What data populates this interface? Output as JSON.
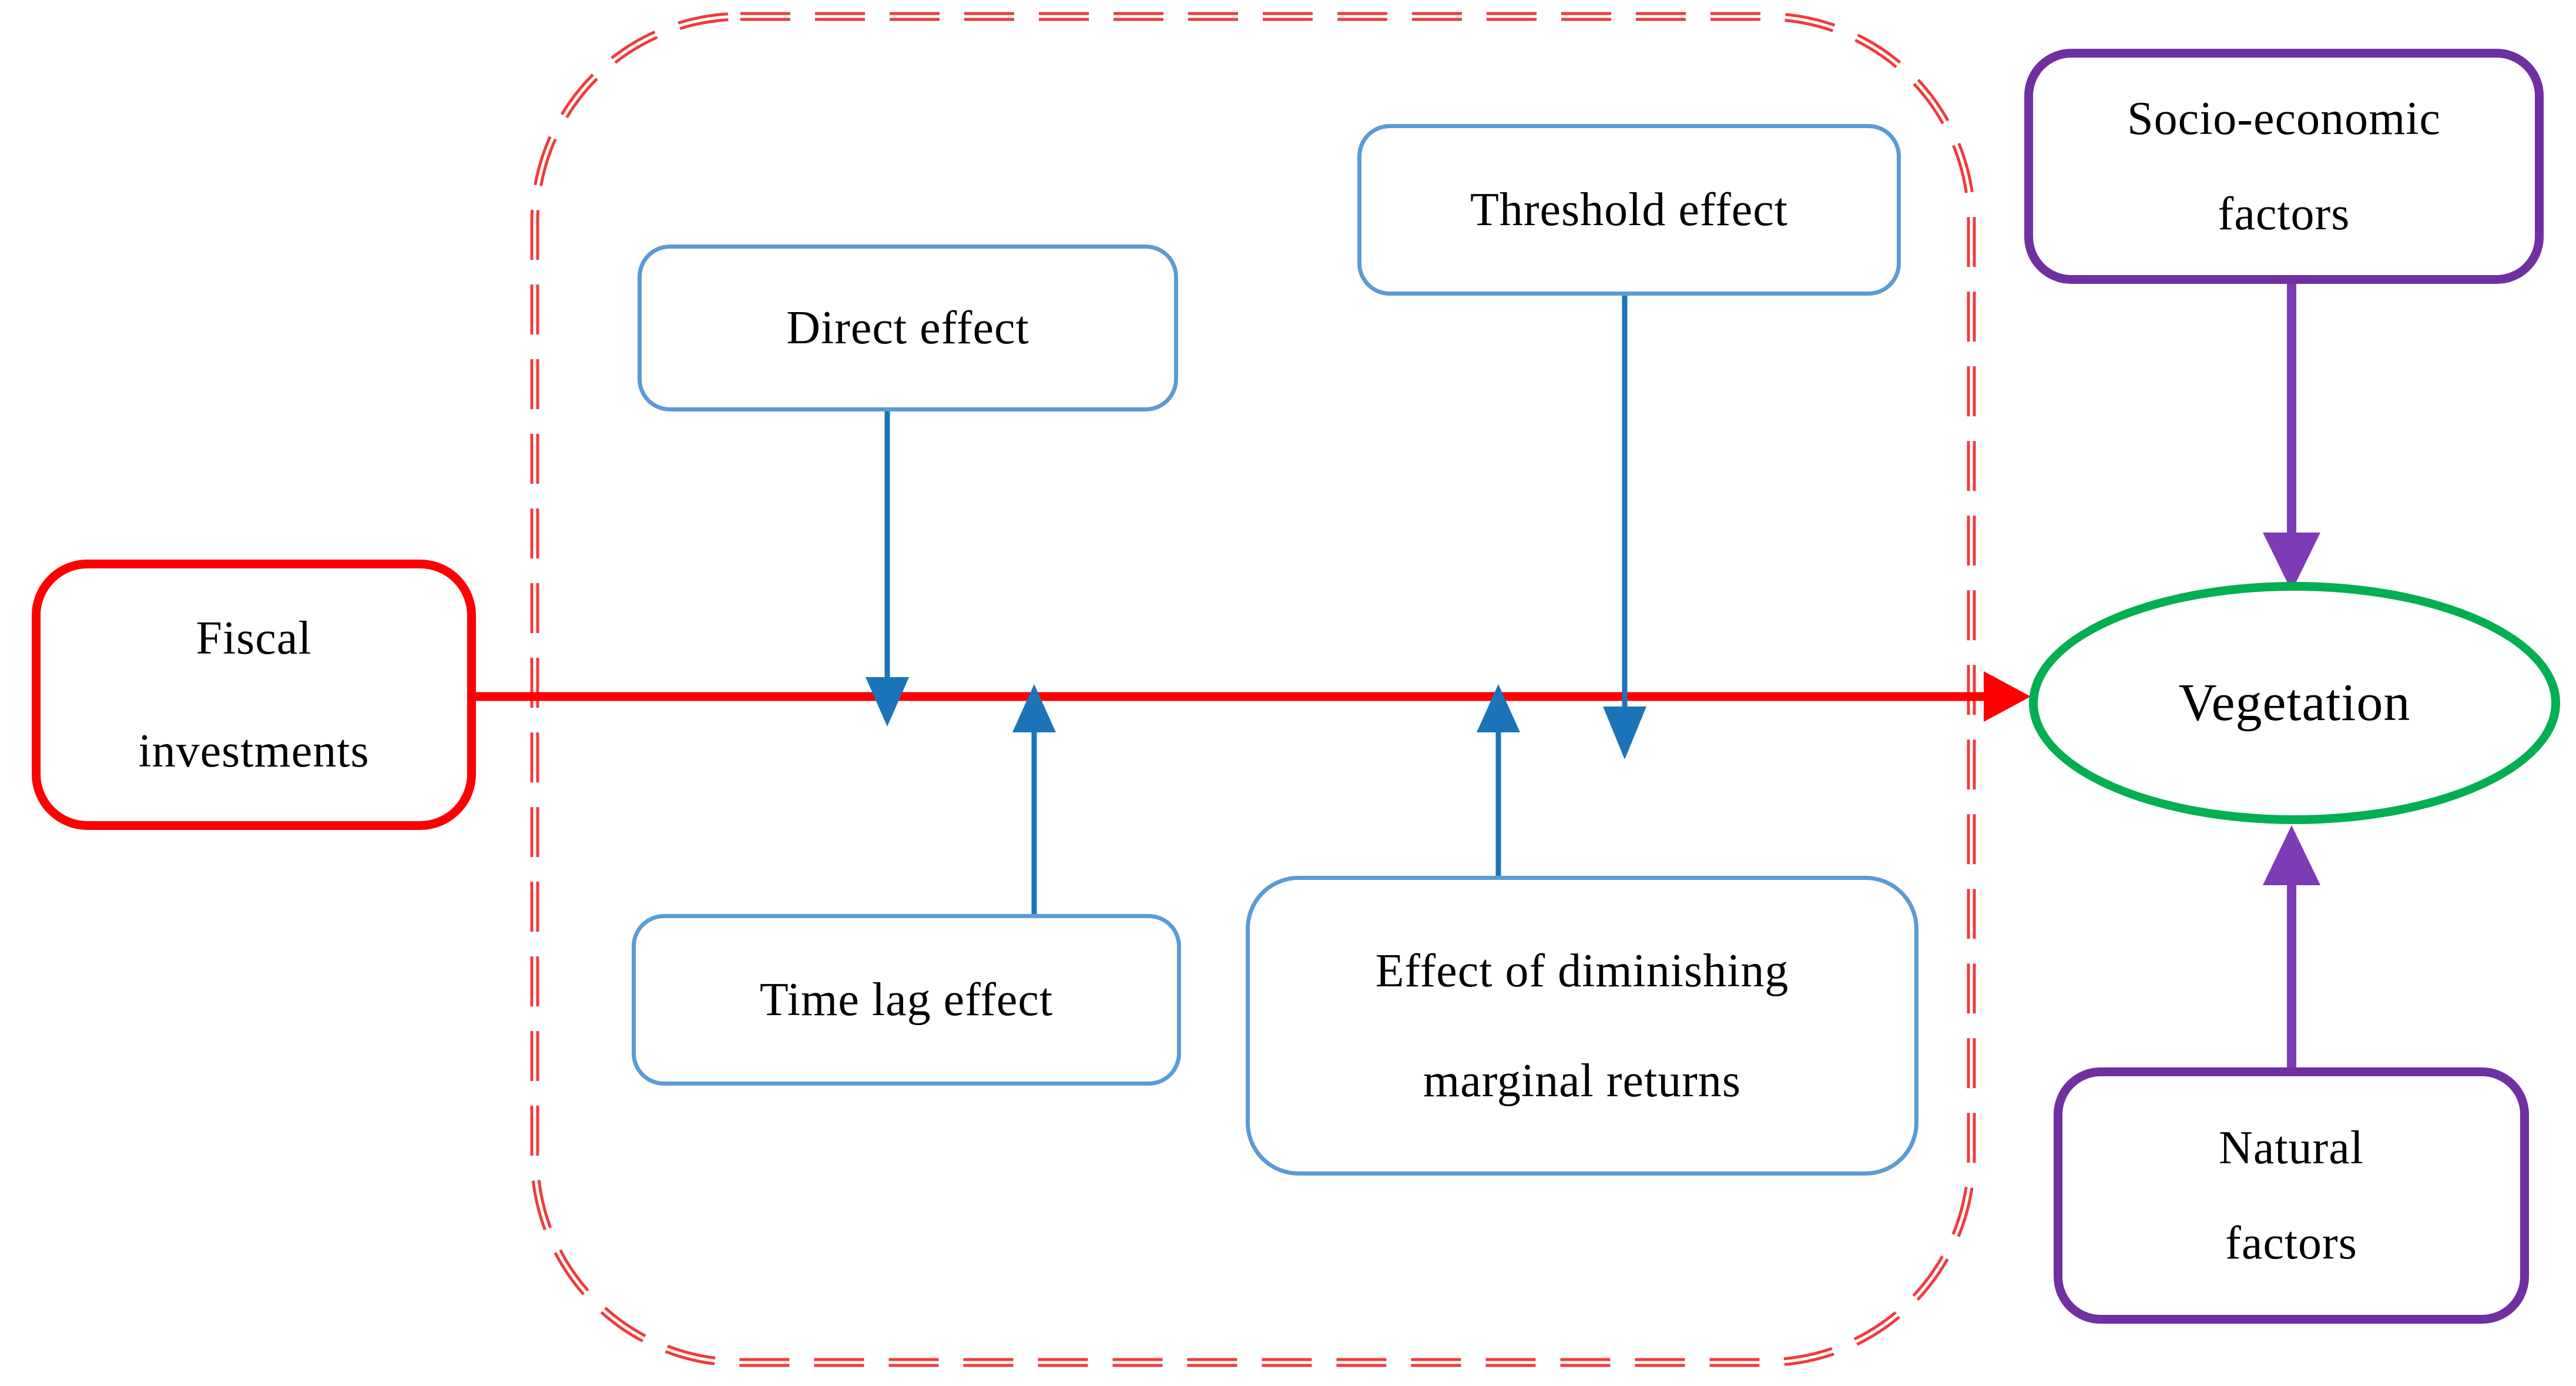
{
  "diagram": {
    "type": "flow-diagram",
    "nodes": {
      "fiscal": {
        "lines": [
          "Fiscal",
          "investments"
        ],
        "shape": "rounded-rect",
        "border_color": "#ff0000"
      },
      "direct": {
        "lines": [
          "Direct effect"
        ],
        "shape": "rounded-rect",
        "border_color": "#5b9bd5"
      },
      "threshold": {
        "lines": [
          "Threshold effect"
        ],
        "shape": "rounded-rect",
        "border_color": "#5b9bd5"
      },
      "timelag": {
        "lines": [
          "Time lag effect"
        ],
        "shape": "rounded-rect",
        "border_color": "#5b9bd5"
      },
      "diminishing": {
        "lines": [
          "Effect of diminishing",
          "marginal returns"
        ],
        "shape": "rounded-rect",
        "border_color": "#5b9bd5"
      },
      "vegetation": {
        "lines": [
          "Vegetation"
        ],
        "shape": "ellipse",
        "border_color": "#00b050"
      },
      "socio": {
        "lines": [
          "Socio-economic",
          "factors"
        ],
        "shape": "rounded-rect",
        "border_color": "#7030a0"
      },
      "natural": {
        "lines": [
          "Natural",
          "factors"
        ],
        "shape": "rounded-rect",
        "border_color": "#7030a0"
      }
    },
    "container": {
      "description": "dashed red rounded rectangle grouping the four effect boxes",
      "border_color": "#f03b3b",
      "style": "dashed-double-line"
    },
    "edges": [
      {
        "from": "fiscal",
        "to": "vegetation",
        "direction": "right",
        "color": "#ff0000",
        "style": "solid-arrow"
      },
      {
        "from": "direct",
        "to": "fiscal-vegetation-line",
        "direction": "down",
        "color": "#1b74b8",
        "style": "solid-arrow"
      },
      {
        "from": "timelag",
        "to": "fiscal-vegetation-line",
        "direction": "up",
        "color": "#1b74b8",
        "style": "solid-arrow"
      },
      {
        "from": "diminishing",
        "to": "fiscal-vegetation-line",
        "direction": "up",
        "color": "#1b74b8",
        "style": "solid-arrow"
      },
      {
        "from": "threshold",
        "to": "fiscal-vegetation-line",
        "direction": "down",
        "color": "#1b74b8",
        "style": "solid-arrow"
      },
      {
        "from": "socio",
        "to": "vegetation",
        "direction": "down",
        "color": "#7d3cb5",
        "style": "solid-arrow"
      },
      {
        "from": "natural",
        "to": "vegetation",
        "direction": "up",
        "color": "#7d3cb5",
        "style": "solid-arrow"
      }
    ],
    "colors": {
      "red": "#ff0000",
      "dashed_red": "#f03b3b",
      "blue_border": "#5b9bd5",
      "blue_arrow": "#1b74b8",
      "purple_box": "#7030a0",
      "purple_arrow": "#7d3cb5",
      "green": "#00b050",
      "text": "#000000",
      "background": "#ffffff"
    }
  }
}
